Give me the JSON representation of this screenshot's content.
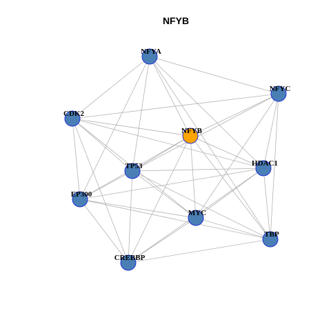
{
  "title": "NFYB",
  "colors": {
    "node_default": "#4a7fb5",
    "node_highlight": "#ffa500",
    "node_border": "#1f2fd6",
    "edge": "#b3b3b3"
  },
  "nodes": [
    {
      "id": "NFYA",
      "label": "NFYA",
      "highlight": false
    },
    {
      "id": "NFYC",
      "label": "NFYC",
      "highlight": false
    },
    {
      "id": "CDK2",
      "label": "CDK2",
      "highlight": false
    },
    {
      "id": "NFYB",
      "label": "NFYB",
      "highlight": true
    },
    {
      "id": "TP53",
      "label": "TP53",
      "highlight": false
    },
    {
      "id": "HDAC1",
      "label": "HDAC1",
      "highlight": false
    },
    {
      "id": "EP300",
      "label": "EP300",
      "highlight": false
    },
    {
      "id": "MYC",
      "label": "MYC",
      "highlight": false
    },
    {
      "id": "TBP",
      "label": "TBP",
      "highlight": false
    },
    {
      "id": "CREBBP",
      "label": "CREBBP",
      "highlight": false
    }
  ],
  "edges": [
    [
      "NFYA",
      "NFYC"
    ],
    [
      "NFYA",
      "CDK2"
    ],
    [
      "NFYA",
      "NFYB"
    ],
    [
      "NFYA",
      "TP53"
    ],
    [
      "NFYA",
      "HDAC1"
    ],
    [
      "NFYA",
      "EP300"
    ],
    [
      "NFYA",
      "TBP"
    ],
    [
      "NFYC",
      "CDK2"
    ],
    [
      "NFYC",
      "NFYB"
    ],
    [
      "NFYC",
      "HDAC1"
    ],
    [
      "NFYC",
      "MYC"
    ],
    [
      "NFYC",
      "TBP"
    ],
    [
      "NFYC",
      "TP53"
    ],
    [
      "CDK2",
      "NFYB"
    ],
    [
      "CDK2",
      "TP53"
    ],
    [
      "CDK2",
      "EP300"
    ],
    [
      "CDK2",
      "MYC"
    ],
    [
      "CDK2",
      "CREBBP"
    ],
    [
      "CDK2",
      "HDAC1"
    ],
    [
      "NFYB",
      "TP53"
    ],
    [
      "NFYB",
      "HDAC1"
    ],
    [
      "NFYB",
      "EP300"
    ],
    [
      "NFYB",
      "MYC"
    ],
    [
      "NFYB",
      "TBP"
    ],
    [
      "NFYB",
      "CREBBP"
    ],
    [
      "TP53",
      "HDAC1"
    ],
    [
      "TP53",
      "EP300"
    ],
    [
      "TP53",
      "MYC"
    ],
    [
      "TP53",
      "TBP"
    ],
    [
      "TP53",
      "CREBBP"
    ],
    [
      "HDAC1",
      "EP300"
    ],
    [
      "HDAC1",
      "MYC"
    ],
    [
      "HDAC1",
      "TBP"
    ],
    [
      "HDAC1",
      "CREBBP"
    ],
    [
      "EP300",
      "MYC"
    ],
    [
      "EP300",
      "TBP"
    ],
    [
      "EP300",
      "CREBBP"
    ],
    [
      "MYC",
      "TBP"
    ],
    [
      "MYC",
      "CREBBP"
    ],
    [
      "TBP",
      "CREBBP"
    ]
  ]
}
